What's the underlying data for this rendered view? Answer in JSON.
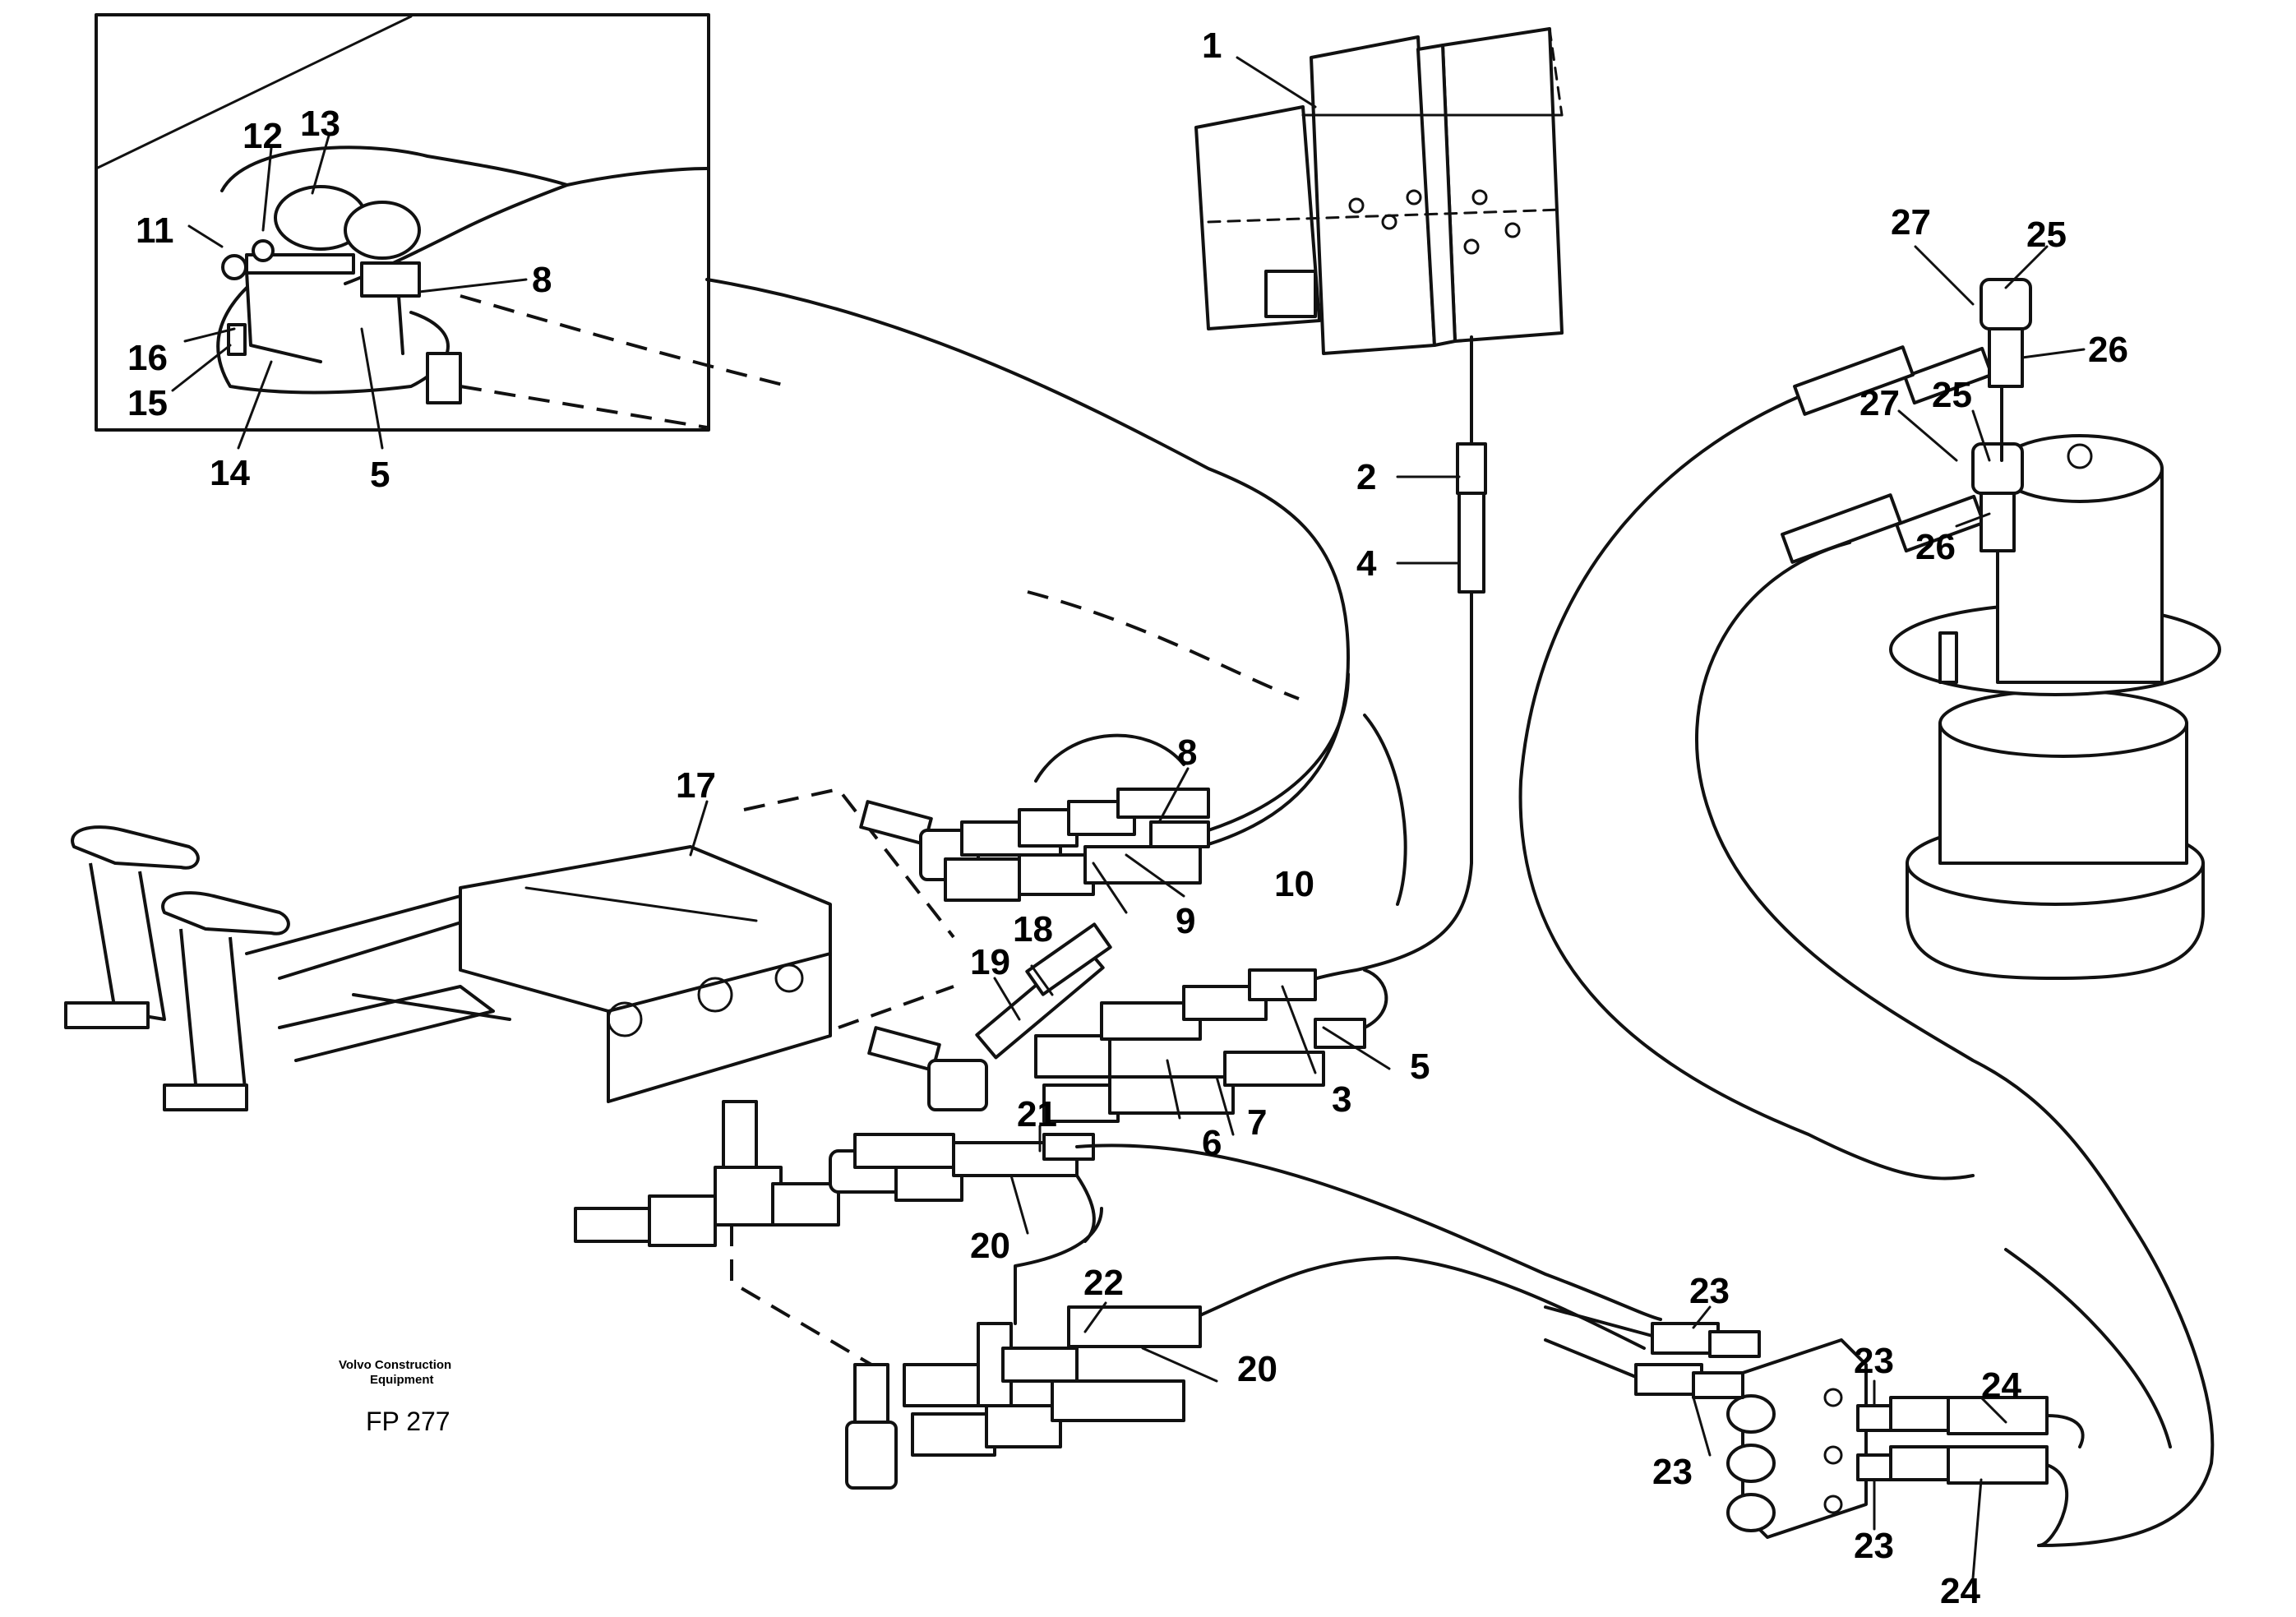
{
  "callouts": [
    "1",
    "2",
    "3",
    "4",
    "5",
    "6",
    "7",
    "8",
    "9",
    "10",
    "11",
    "12",
    "13",
    "14",
    "15",
    "16",
    "17",
    "18",
    "19",
    "20",
    "21",
    "22",
    "23",
    "24",
    "25",
    "26",
    "27"
  ],
  "branding": {
    "line1": "Volvo Construction",
    "line2": "Equipment"
  },
  "figure_code": "FP 277"
}
